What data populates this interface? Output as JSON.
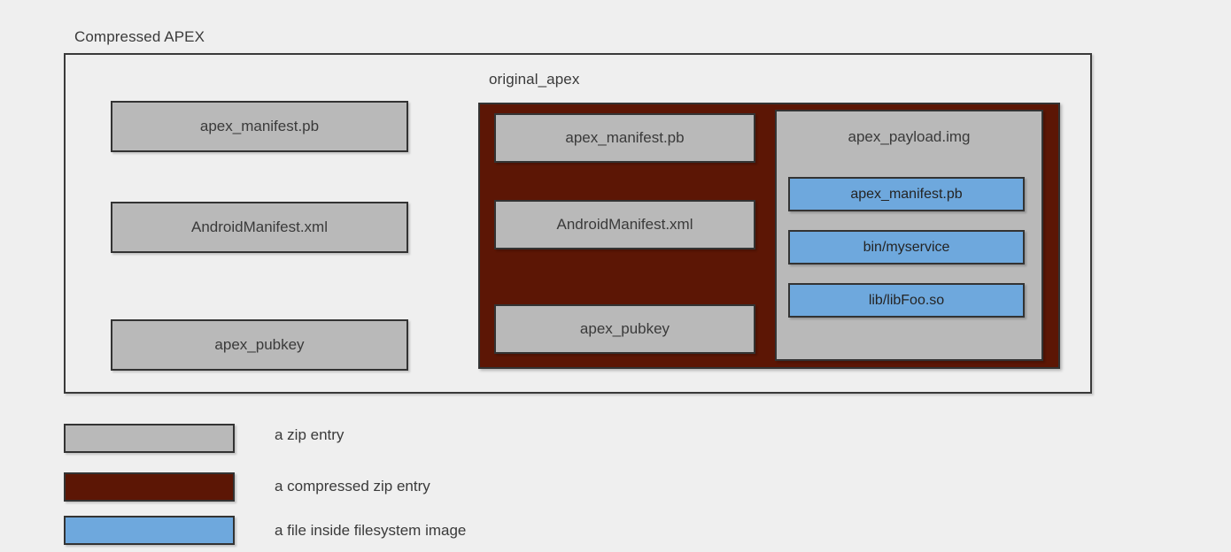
{
  "diagram": {
    "type": "nested-container-diagram",
    "background_color": "#efefef",
    "outer_container": {
      "label": "Compressed APEX",
      "border_color": "#3a3a3a",
      "fill_color": "#efefef"
    },
    "left_column_entries": [
      {
        "label": "apex_manifest.pb",
        "kind": "zip-entry"
      },
      {
        "label": "AndroidManifest.xml",
        "kind": "zip-entry"
      },
      {
        "label": "apex_pubkey",
        "kind": "zip-entry"
      }
    ],
    "inner_container": {
      "label": "original_apex",
      "kind": "compressed-zip-entry",
      "fill_color": "#5c1605"
    },
    "inner_left_entries": [
      {
        "label": "apex_manifest.pb",
        "kind": "zip-entry"
      },
      {
        "label": "AndroidManifest.xml",
        "kind": "zip-entry"
      },
      {
        "label": "apex_pubkey",
        "kind": "zip-entry"
      }
    ],
    "payload": {
      "label": "apex_payload.img",
      "kind": "zip-entry",
      "files": [
        {
          "label": "apex_manifest.pb",
          "kind": "filesystem-file"
        },
        {
          "label": "bin/myservice",
          "kind": "filesystem-file"
        },
        {
          "label": "lib/libFoo.so",
          "kind": "filesystem-file"
        }
      ]
    }
  },
  "legend": {
    "items": [
      {
        "label": "a zip entry",
        "color": "#b9b9b9"
      },
      {
        "label": "a compressed zip entry",
        "color": "#5c1605"
      },
      {
        "label": "a file inside filesystem image",
        "color": "#6ea8dd"
      }
    ]
  }
}
